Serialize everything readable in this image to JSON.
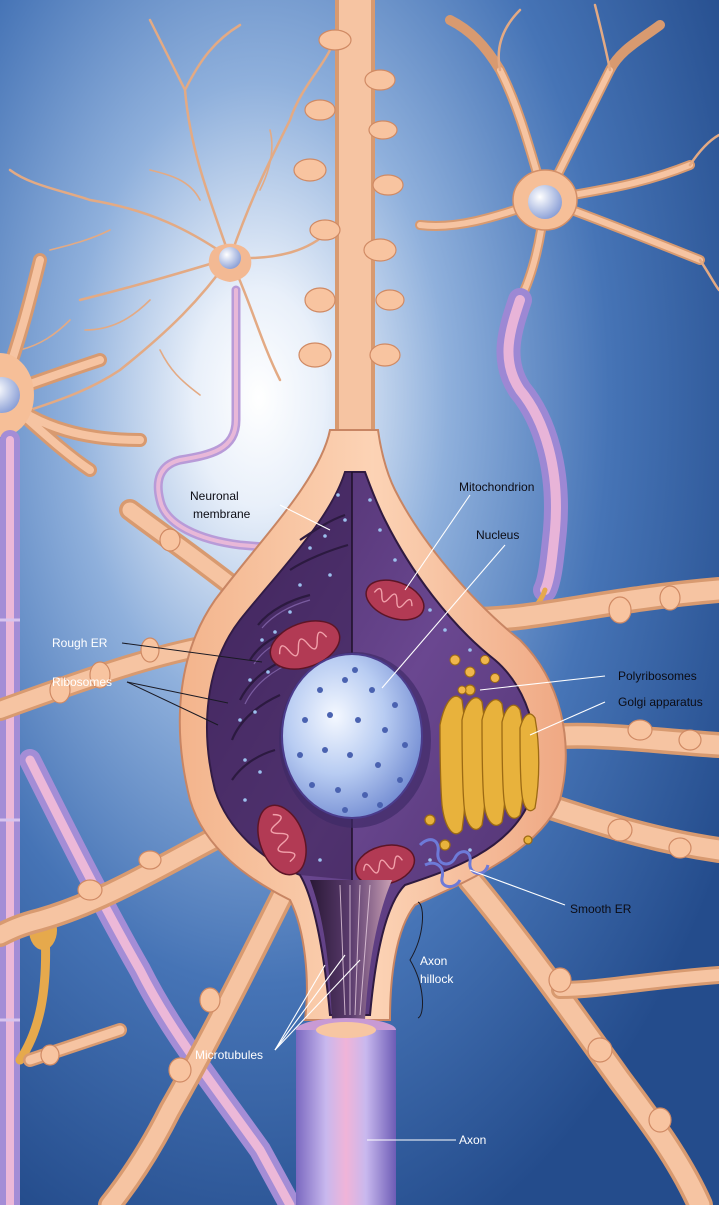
{
  "labels": {
    "neuronal_membrane_line1": "Neuronal",
    "neuronal_membrane_line2": "membrane",
    "mitochondrion": "Mitochondrion",
    "nucleus": "Nucleus",
    "rough_er": "Rough ER",
    "ribosomes": "Ribosomes",
    "polyribosomes": "Polyribosomes",
    "golgi_apparatus": "Golgi apparatus",
    "smooth_er": "Smooth ER",
    "axon_hillock_line1": "Axon",
    "axon_hillock_line2": "hillock",
    "microtubules": "Microtubules",
    "axon": "Axon"
  },
  "colors": {
    "background_light": "#eef3fb",
    "background_dark": "#2b5596",
    "cell_body": "#f9c7a4",
    "cell_outline": "#c88563",
    "cytoplasm": "#5a3a78",
    "nucleus": "#bcd0f4",
    "mitochondrion": "#b43a54",
    "golgi": "#e8b23c",
    "myelin_pink": "#e8b4d6",
    "myelin_violet": "#9a86d2"
  }
}
